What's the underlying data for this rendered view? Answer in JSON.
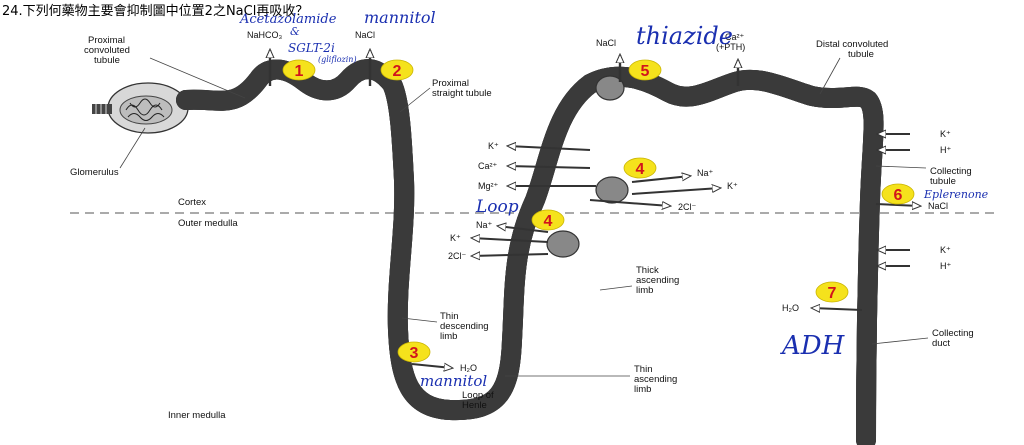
{
  "question": "24.下列何藥物主要會抑制圖中位置2之NaCl再吸收？",
  "labels": {
    "proximal_convoluted": [
      "Proximal",
      "convoluted",
      "tubule"
    ],
    "proximal_straight": [
      "Proximal",
      "straight tubule"
    ],
    "glomerulus": "Glomerulus",
    "cortex": "Cortex",
    "outer_medulla": "Outer medulla",
    "inner_medulla": "Inner medulla",
    "distal_convoluted": [
      "Distal convoluted",
      "tubule"
    ],
    "collecting_tubule": [
      "Collecting",
      "tubule"
    ],
    "collecting_duct": [
      "Collecting",
      "duct"
    ],
    "thin_descending": [
      "Thin",
      "descending",
      "limb"
    ],
    "thick_ascending": [
      "Thick",
      "ascending",
      "limb"
    ],
    "thin_ascending": [
      "Thin",
      "ascending",
      "limb"
    ],
    "loop_of_henle": [
      "Loop of",
      "Henle"
    ]
  },
  "ions": {
    "site1": "NaHCO₃",
    "site2": "NaCl",
    "site5_nacl": "NaCl",
    "site5_ca": "Ca²⁺",
    "site5_pth": "(+PTH)",
    "tal_k": "K⁺",
    "tal_ca": "Ca²⁺",
    "tal_mg": "Mg²⁺",
    "tal_na_right": "Na⁺",
    "tal_k_right": "K⁺",
    "tal_cl_right": "2Cl⁻",
    "low_na": "Na⁺",
    "low_k": "K⁺",
    "low_cl": "2Cl⁻",
    "h2o_3": "H₂O",
    "h2o_7": "H₂O",
    "ct_k1": "K⁺",
    "ct_h1": "H⁺",
    "ct_nacl": "NaCl",
    "ct_k2": "K⁺",
    "ct_h2": "H⁺"
  },
  "sites": [
    "1",
    "2",
    "3",
    "4",
    "4",
    "5",
    "6",
    "7"
  ],
  "handwriting": {
    "acetazolamide": "Acetazolamide",
    "mannitol_top": "mannitol",
    "amp": "&",
    "sglt2": "SGLT-2i",
    "gliflozin": "(gliflozin)",
    "thiazide": "thiazide",
    "loop": "Loop",
    "eplerenone": "Eplerenone",
    "mannitol_bottom": "mannitol",
    "adh": "ADH"
  },
  "colors": {
    "tubule_fill": "#a8a8a8",
    "tubule_outline": "#3a3a3a",
    "badge_fill": "#f5e21c",
    "badge_text": "#d2141c",
    "handwriting": "#1a2fb0"
  }
}
